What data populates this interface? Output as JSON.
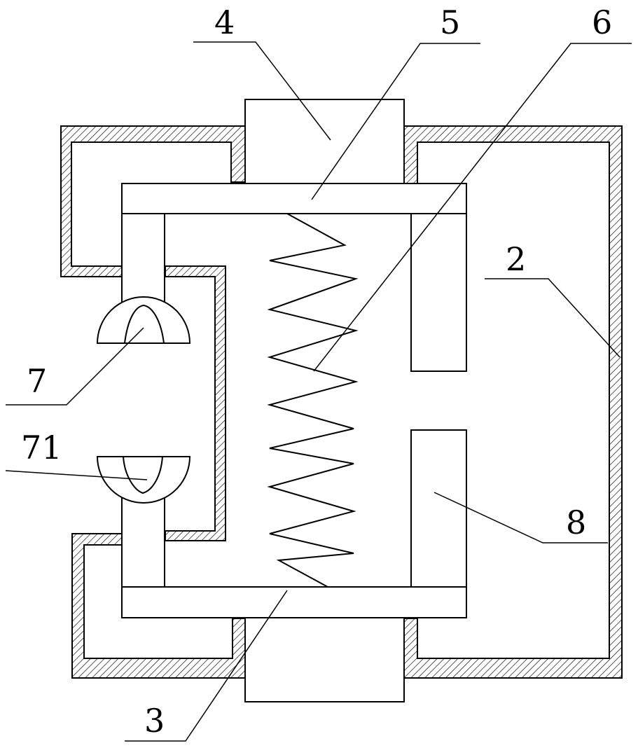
{
  "colors": {
    "stroke": "#000000",
    "background": "#ffffff",
    "hatch": "#000000"
  },
  "labels": {
    "ref_4": "4",
    "ref_5": "5",
    "ref_6": "6",
    "ref_2": "2",
    "ref_7": "7",
    "ref_71": "71",
    "ref_8": "8",
    "ref_3": "3"
  }
}
